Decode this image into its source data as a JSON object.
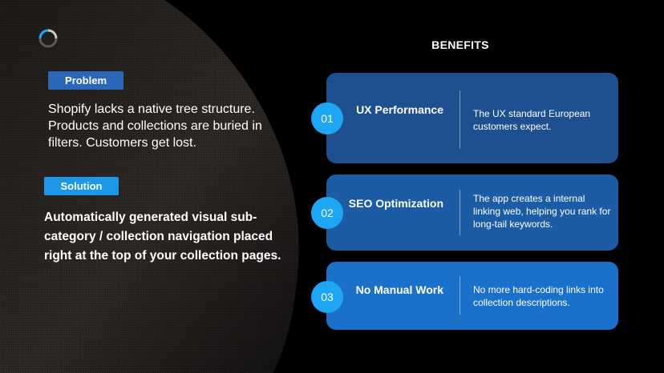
{
  "left": {
    "problem_label": "Problem",
    "problem_text": "Shopify lacks a native tree structure. Products and collections are buried in filters. Customers get lost.",
    "solution_label": "Solution",
    "solution_text": "Automatically generated visual sub-category / collection navigation placed right at the top of your collection pages."
  },
  "benefits": {
    "title": "BENEFITS",
    "items": [
      {
        "number": "01",
        "title": "UX Performance",
        "description": "The UX standard European customers expect."
      },
      {
        "number": "02",
        "title": "SEO Optimization",
        "description": "The app creates a internal linking web, helping you rank for long-tail keywords."
      },
      {
        "number": "03",
        "title": "No Manual Work",
        "description": "No more hard-coding links into collection descriptions."
      }
    ]
  },
  "icons": {
    "loader": "loading-spinner-icon"
  },
  "colors": {
    "background": "#000000",
    "problem_tag": "#2c67b7",
    "solution_tag": "#1e97e6",
    "badge": "#1ea5f3",
    "card_1": "#1e4f8f",
    "card_2": "#1b5ca5",
    "card_3": "#1b71c9"
  }
}
